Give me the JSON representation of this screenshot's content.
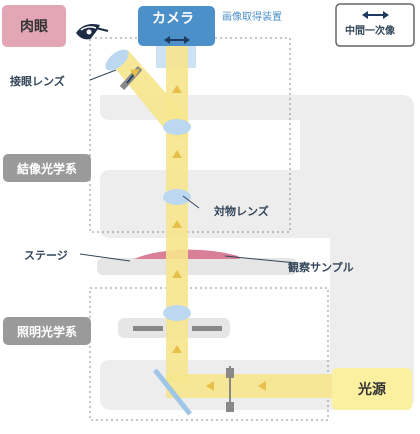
{
  "labels": {
    "naked_eye": "肉眼",
    "camera": "カメラ",
    "image_capture_device": "画像取得装置",
    "intermediate_image": "中間一次像",
    "eyepiece": "接眼レンズ",
    "imaging_optics": "結像光学系",
    "objective": "対物レンズ",
    "stage": "ステージ",
    "sample": "観察サンプル",
    "illumination_optics": "照明光学系",
    "light_source": "光源"
  },
  "colors": {
    "beam": "#f6e58d",
    "beam_arrow": "#e8bf4a",
    "lens": "#bcd8f0",
    "camera": "#4b90c9",
    "naked_eye_bg": "#e2a6b4",
    "section_label_bg": "#9a9a9a",
    "light_source_bg": "#fbf0a0",
    "body": "#ededed",
    "sample": "#d97f97"
  },
  "icons": [
    "eye-icon",
    "double-arrow-icon"
  ]
}
